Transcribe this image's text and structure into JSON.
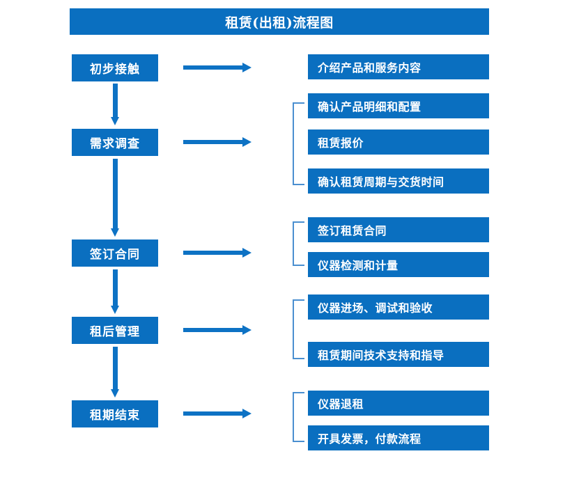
{
  "diagram": {
    "title": "租赁(出租)流程图",
    "colors": {
      "box_fill": "#0a6fc0",
      "box_text": "#ffffff",
      "arrow": "#0d72c4",
      "bracket": "#4a8fd0",
      "background": "#ffffff"
    },
    "stages": [
      {
        "label": "初步接触"
      },
      {
        "label": "需求调查"
      },
      {
        "label": "签订合同"
      },
      {
        "label": "租后管理"
      },
      {
        "label": "租期结束"
      }
    ],
    "details": [
      {
        "label": "介绍产品和服务内容"
      },
      {
        "label": "确认产品明细和配置"
      },
      {
        "label": "租赁报价"
      },
      {
        "label": "确认租赁周期与交货时间"
      },
      {
        "label": "签订租赁合同"
      },
      {
        "label": "仪器检测和计量"
      },
      {
        "label": "仪器进场、调试和验收"
      },
      {
        "label": "租赁期间技术支持和指导"
      },
      {
        "label": "仪器退租"
      },
      {
        "label": "开具发票，付款流程"
      }
    ]
  }
}
